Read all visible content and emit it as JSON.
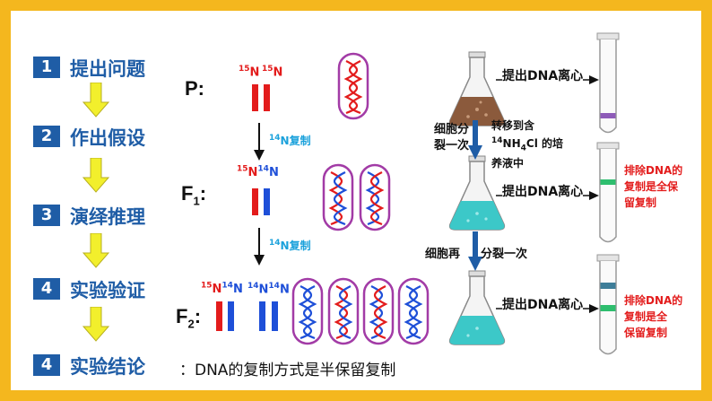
{
  "steps": [
    {
      "num": "1",
      "label": "提出问题"
    },
    {
      "num": "2",
      "label": "作出假设"
    },
    {
      "num": "3",
      "label": "演绎推理"
    },
    {
      "num": "4",
      "label": "实验验证"
    },
    {
      "num": "4",
      "label": "实验结论"
    }
  ],
  "generations": {
    "p": "P:",
    "f1": "F",
    "f1_sub": "1",
    "f1_colon": ":",
    "f2": "F",
    "f2_sub": "2",
    "f2_colon": ":"
  },
  "isotopes": {
    "n15": "15",
    "n14": "14",
    "n": "N"
  },
  "replication_label": "N复制",
  "conclusion": "：DNA的复制方式是半保留复制",
  "experiment": {
    "centrifuge_label": "提出DNA离心",
    "division_once": "细胞分\n裂一次",
    "transfer_line1": "转移到含",
    "transfer_line2_pre": "NH",
    "transfer_line2_post": "Cl 的培",
    "transfer_line2_sup": "14",
    "transfer_line2_sub": "4",
    "transfer_line3": "养液中",
    "division_again_a": "细胞再",
    "division_again_b": "分裂一次",
    "exclude1": "排除DNA的\n复制是全保\n留复制",
    "exclude2": "排除DNA的\n复制是全\n保留复制"
  },
  "colors": {
    "frame": "#F4B71E",
    "step_blue": "#1F5DA6",
    "arrow_yellow": "#F2EF2C",
    "n15_red": "#E31C1C",
    "n14_blue": "#1E4FD8",
    "oval_border": "#A23BA6",
    "band_purple": "#8E5BB8",
    "band_green": "#2EBE6E",
    "band_teal": "#3E7E99"
  }
}
